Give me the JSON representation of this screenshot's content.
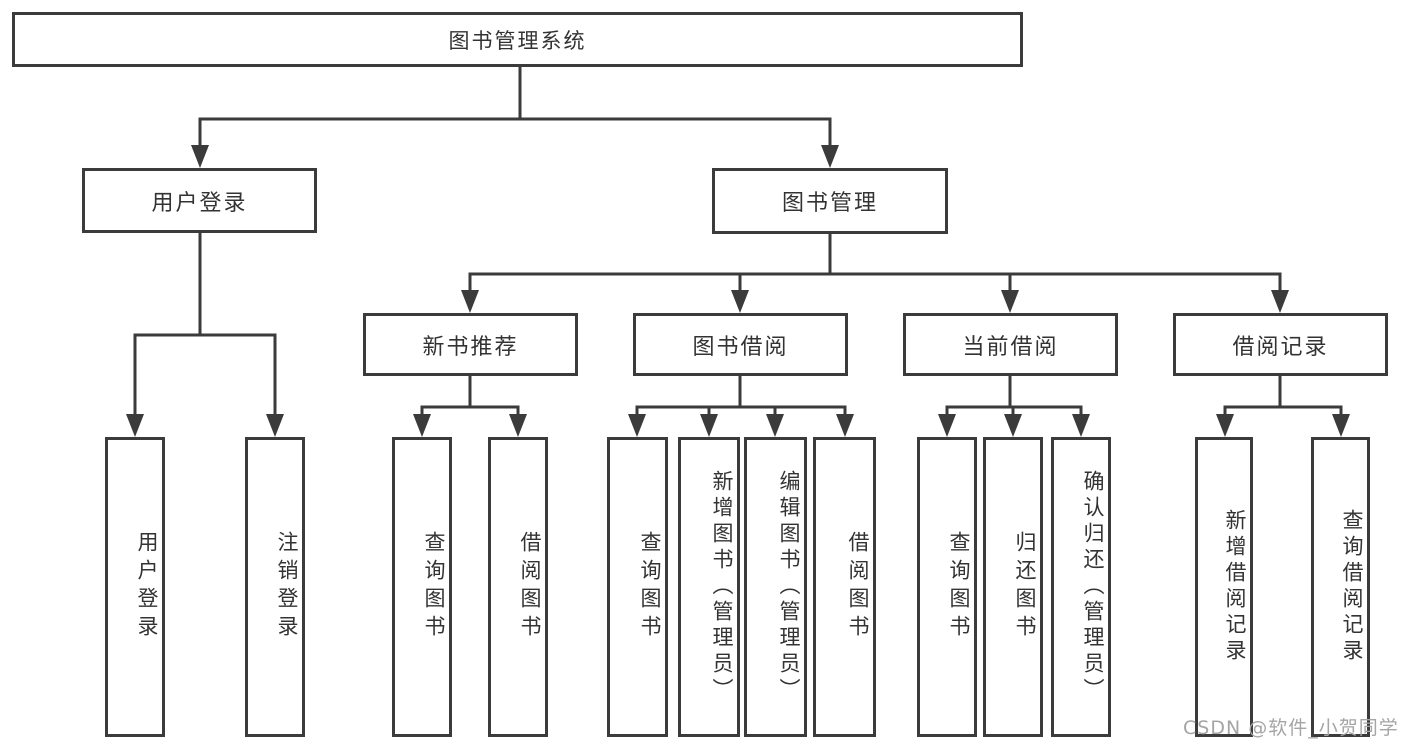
{
  "diagram": {
    "root_label": "图书管理系统",
    "level2": {
      "user_login": "用户登录",
      "book_management": "图书管理"
    },
    "level3": {
      "new_book_recommendation": "新书推荐",
      "book_borrowing": "图书借阅",
      "current_borrowing": "当前借阅",
      "borrowing_records": "借阅记录"
    },
    "leaves": {
      "user_login": "用户登录",
      "logout": "注销登录",
      "recommend_query_books": "查询图书",
      "recommend_borrow_books": "借阅图书",
      "borrowing_query_books": "查询图书",
      "borrowing_add_books_admin": "新增图书（管理员）",
      "borrowing_edit_books_admin": "编辑图书（管理员）",
      "borrowing_borrow_books": "借阅图书",
      "current_query_books": "查询图书",
      "current_return_books": "归还图书",
      "current_confirm_return_admin": "确认归还（管理员）",
      "records_add_borrow_record": "新增借阅记录",
      "records_query_borrow_record": "查询借阅记录"
    }
  },
  "watermark": {
    "text": "CSDN @软件_小贺同学"
  },
  "colors": {
    "line": "#3b3b3b",
    "box_border": "#3b3b3b",
    "text": "#333333",
    "watermark": "#a5a5a5",
    "background": "#ffffff"
  }
}
